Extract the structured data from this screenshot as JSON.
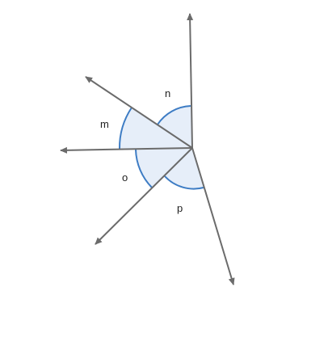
{
  "colors": {
    "ray": "#6b6b6b",
    "arc_stroke": "#3d7cc4",
    "arc_fill": "#e6eef9",
    "label": "#222222"
  },
  "angles": [
    {
      "id": "n",
      "label": "n"
    },
    {
      "id": "m",
      "label": "m"
    },
    {
      "id": "o",
      "label": "o"
    },
    {
      "id": "p",
      "label": "p"
    }
  ]
}
